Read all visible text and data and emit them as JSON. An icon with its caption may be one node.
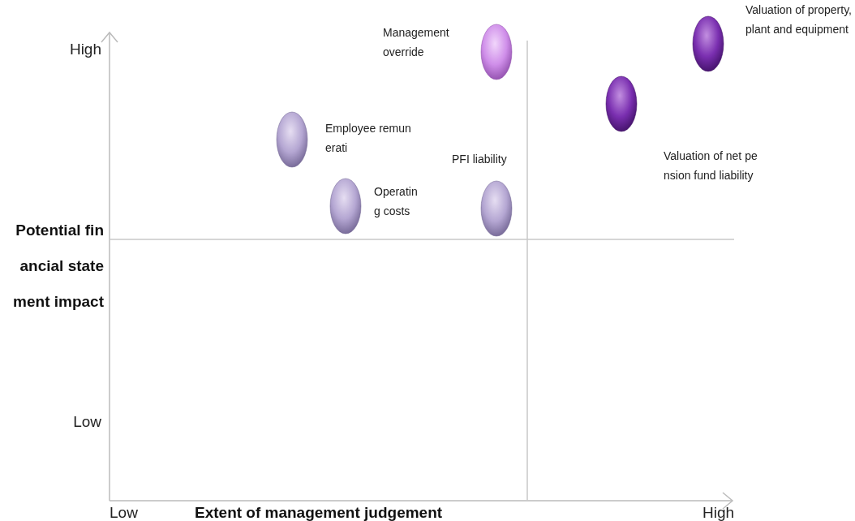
{
  "diagram": {
    "nodes": [
      {
        "text": [],
        "shape": "ellipse",
        "beside": [
          "Management override"
        ]
      },
      {
        "text": [],
        "shape": "ellipse",
        "beside": [
          "Valuation of property, plant and equipment"
        ]
      },
      {
        "text": [],
        "shape": "ellipse",
        "beside": [
          "Valuation of net pension fund liability"
        ]
      },
      {
        "text": [],
        "shape": "ellipse",
        "beside": [
          "Employee remunerati"
        ]
      },
      {
        "text": [],
        "shape": "ellipse",
        "beside": [
          "PFI liability"
        ]
      },
      {
        "text": [],
        "shape": "ellipse",
        "beside": [
          "Operating costs"
        ]
      }
    ],
    "labels": [
      "High",
      "Potential financial statement impact",
      "Low",
      "Low",
      "Extent of management judgement",
      "High"
    ]
  }
}
